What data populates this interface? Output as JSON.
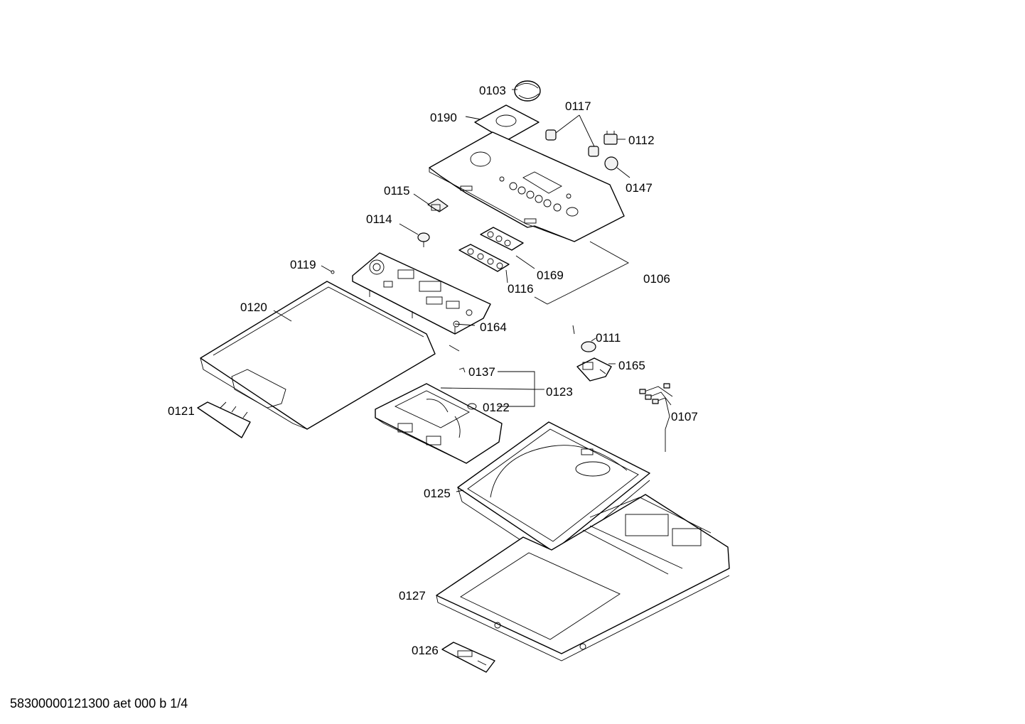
{
  "document_id": "58300000121300 aet 000 b 1/4",
  "labels": {
    "p0103": "0103",
    "p0190": "0190",
    "p0117": "0117",
    "p0112": "0112",
    "p0147": "0147",
    "p0115": "0115",
    "p0114": "0114",
    "p0169": "0169",
    "p0106": "0106",
    "p0119": "0119",
    "p0116": "0116",
    "p0120": "0120",
    "p0164": "0164",
    "p0111": "0111",
    "p0165": "0165",
    "p0137": "0137",
    "p0123": "0123",
    "p0122": "0122",
    "p0121": "0121",
    "p0107": "0107",
    "p0125": "0125",
    "p0127": "0127",
    "p0126": "0126"
  }
}
